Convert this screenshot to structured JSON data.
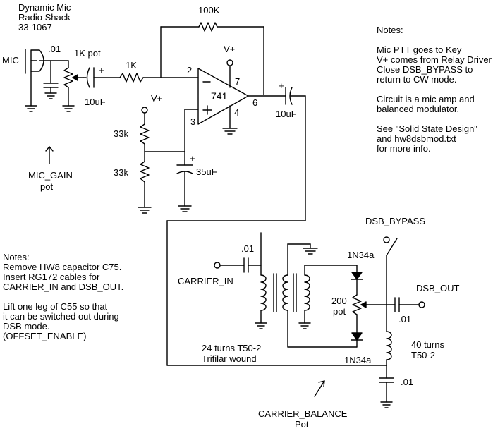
{
  "source": {
    "lines": [
      "Dynamic Mic",
      "Radio Shack",
      "33-1067"
    ]
  },
  "notes_right": {
    "title": "Notes:",
    "paragraphs": [
      [
        "Mic PTT goes to Key",
        "V+ comes from Relay Driver",
        "Close DSB_BYPASS to",
        "return to CW mode."
      ],
      [
        "Circuit is a mic amp and",
        "balanced modulator."
      ],
      [
        "See \"Solid State Design\"",
        "and hw8dsbmod.txt",
        "for more info."
      ]
    ]
  },
  "notes_left": {
    "title": "Notes:",
    "paragraphs": [
      [
        "Remove HW8 capacitor C75.",
        "Insert RG172 cables for",
        "CARRIER_IN and DSB_OUT."
      ],
      [
        "Lift one leg of C55 so that",
        "it can be switched  out during",
        "DSB mode.",
        "(OFFSET_ENABLE)"
      ]
    ]
  },
  "labels": {
    "mic": "MIC",
    "cap_mic": ".01",
    "pot_1k": "1K pot",
    "c_10uf_in": "10uF",
    "r_1k": "1K",
    "r_100k": "100K",
    "vplus_op": "V+",
    "vplus_div": "V+",
    "pin2": "2",
    "pin7": "7",
    "pin3": "3",
    "pin4": "4",
    "pin6": "6",
    "opamp": "741",
    "c_10uf_out": "10uF",
    "r_33k_top": "33k",
    "r_33k_bottom": "33k",
    "c_35uf": "35uF",
    "mic_gain_1": "MIC_GAIN",
    "mic_gain_2": "pot",
    "cap_carrier": ".01",
    "carrier_in": "CARRIER_IN",
    "dsb_bypass": "DSB_BYPASS",
    "diode_top": "1N34a",
    "diode_bottom": "1N34a",
    "pot_200_1": "200",
    "pot_200_2": "pot",
    "dsb_out": "DSB_OUT",
    "cap_dsb": ".01",
    "coil_1": "40 turns",
    "coil_2": "T50-2",
    "cap_bottom": ".01",
    "transformer_1": "24 turns T50-2",
    "transformer_2": "Trifilar wound",
    "balance_1": "CARRIER_BALANCE",
    "balance_2": "Pot",
    "plus": "+",
    "minus": "−"
  },
  "colors": {
    "ink": "#000000",
    "background": "#ffffff"
  }
}
